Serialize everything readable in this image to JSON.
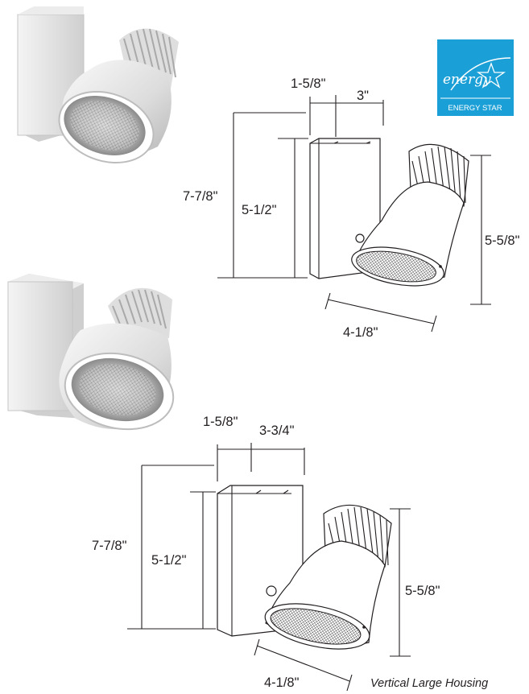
{
  "logo": {
    "brand": "ENERGY STAR",
    "script": "energy",
    "color": "#1a9fd6"
  },
  "top_drawing": {
    "dim_base_depth": "1-5/8\"",
    "dim_head_offset": "3\"",
    "dim_overall_height": "7-7/8\"",
    "dim_base_height": "5-1/2\"",
    "dim_head_height": "5-5/8\"",
    "dim_head_diameter": "4-1/8\""
  },
  "bottom_drawing": {
    "dim_base_depth": "1-5/8\"",
    "dim_head_offset": "3-3/4\"",
    "dim_overall_height": "7-7/8\"",
    "dim_base_height": "5-1/2\"",
    "dim_head_height": "5-5/8\"",
    "dim_head_diameter": "4-1/8\"",
    "caption": "Vertical Large Housing"
  }
}
